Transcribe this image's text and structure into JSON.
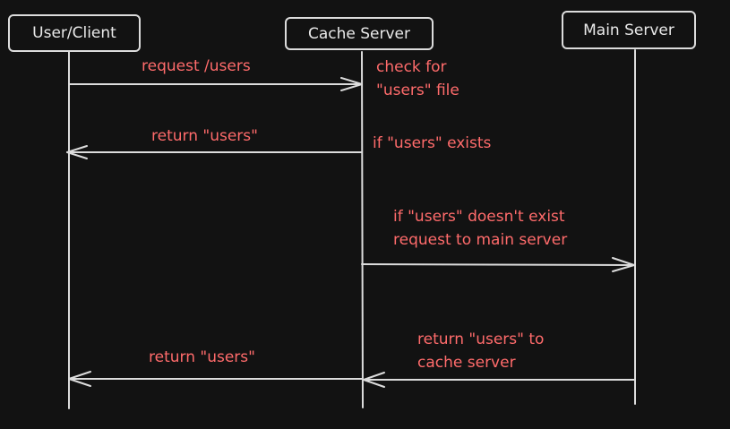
{
  "colors": {
    "background": "#121212",
    "line": "#dcdcdc",
    "box_text": "#e9e9e9",
    "label": "#ff6b6b"
  },
  "participants": {
    "user_client": "User/Client",
    "cache_server": "Cache Server",
    "main_server": "Main Server"
  },
  "messages": {
    "request_users": "request /users",
    "return_users_1": "return \"users\"",
    "request_main": "",
    "return_users_cache": "",
    "return_users_2": "return \"users\""
  },
  "notes": {
    "check_for_line1": "check for",
    "check_for_line2": "\"users\" file",
    "if_exists": "if \"users\" exists",
    "if_not_exist_line1": "if \"users\" doesn't exist",
    "if_not_exist_line2": "request to main server",
    "return_to_cache_line1": "return \"users\" to",
    "return_to_cache_line2": "cache server"
  }
}
